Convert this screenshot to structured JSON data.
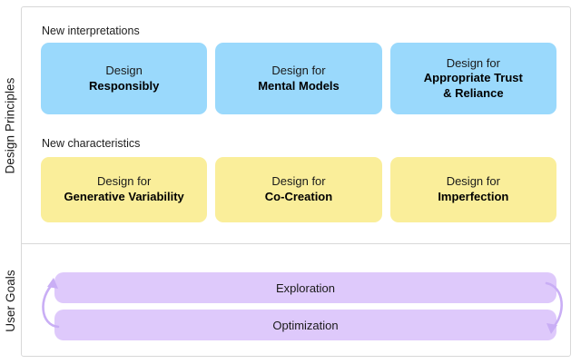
{
  "diagram": {
    "rows": [
      {
        "axis_label": "Design Principles",
        "sections": [
          {
            "heading": "New interpretations",
            "card_color": "#9ad9fc",
            "cards": [
              {
                "prefix": "Design",
                "title": "Responsibly"
              },
              {
                "prefix": "Design for",
                "title": "Mental Models"
              },
              {
                "prefix": "Design for",
                "title": "Appropriate Trust\n& Reliance"
              }
            ]
          },
          {
            "heading": "New characteristics",
            "card_color": "#faee9a",
            "cards": [
              {
                "prefix": "Design for",
                "title": "Generative Variability"
              },
              {
                "prefix": "Design for",
                "title": "Co-Creation"
              },
              {
                "prefix": "Design for",
                "title": "Imperfection"
              }
            ]
          }
        ]
      },
      {
        "axis_label": "User Goals",
        "bar_color": "#dec9fb",
        "bars": [
          {
            "label": "Exploration"
          },
          {
            "label": "Optimization"
          }
        ],
        "arrows": {
          "left": {
            "name": "cycle-arrow-up-icon",
            "color": "#c9aef5"
          },
          "right": {
            "name": "cycle-arrow-down-icon",
            "color": "#c9aef5"
          }
        }
      }
    ],
    "colors": {
      "background": "#ffffff",
      "border": "#d8d8d8",
      "blue": "#9ad9fc",
      "yellow": "#faee9a",
      "purple": "#dec9fb",
      "arrow": "#c9aef5",
      "text": "#1a1a1a"
    }
  }
}
